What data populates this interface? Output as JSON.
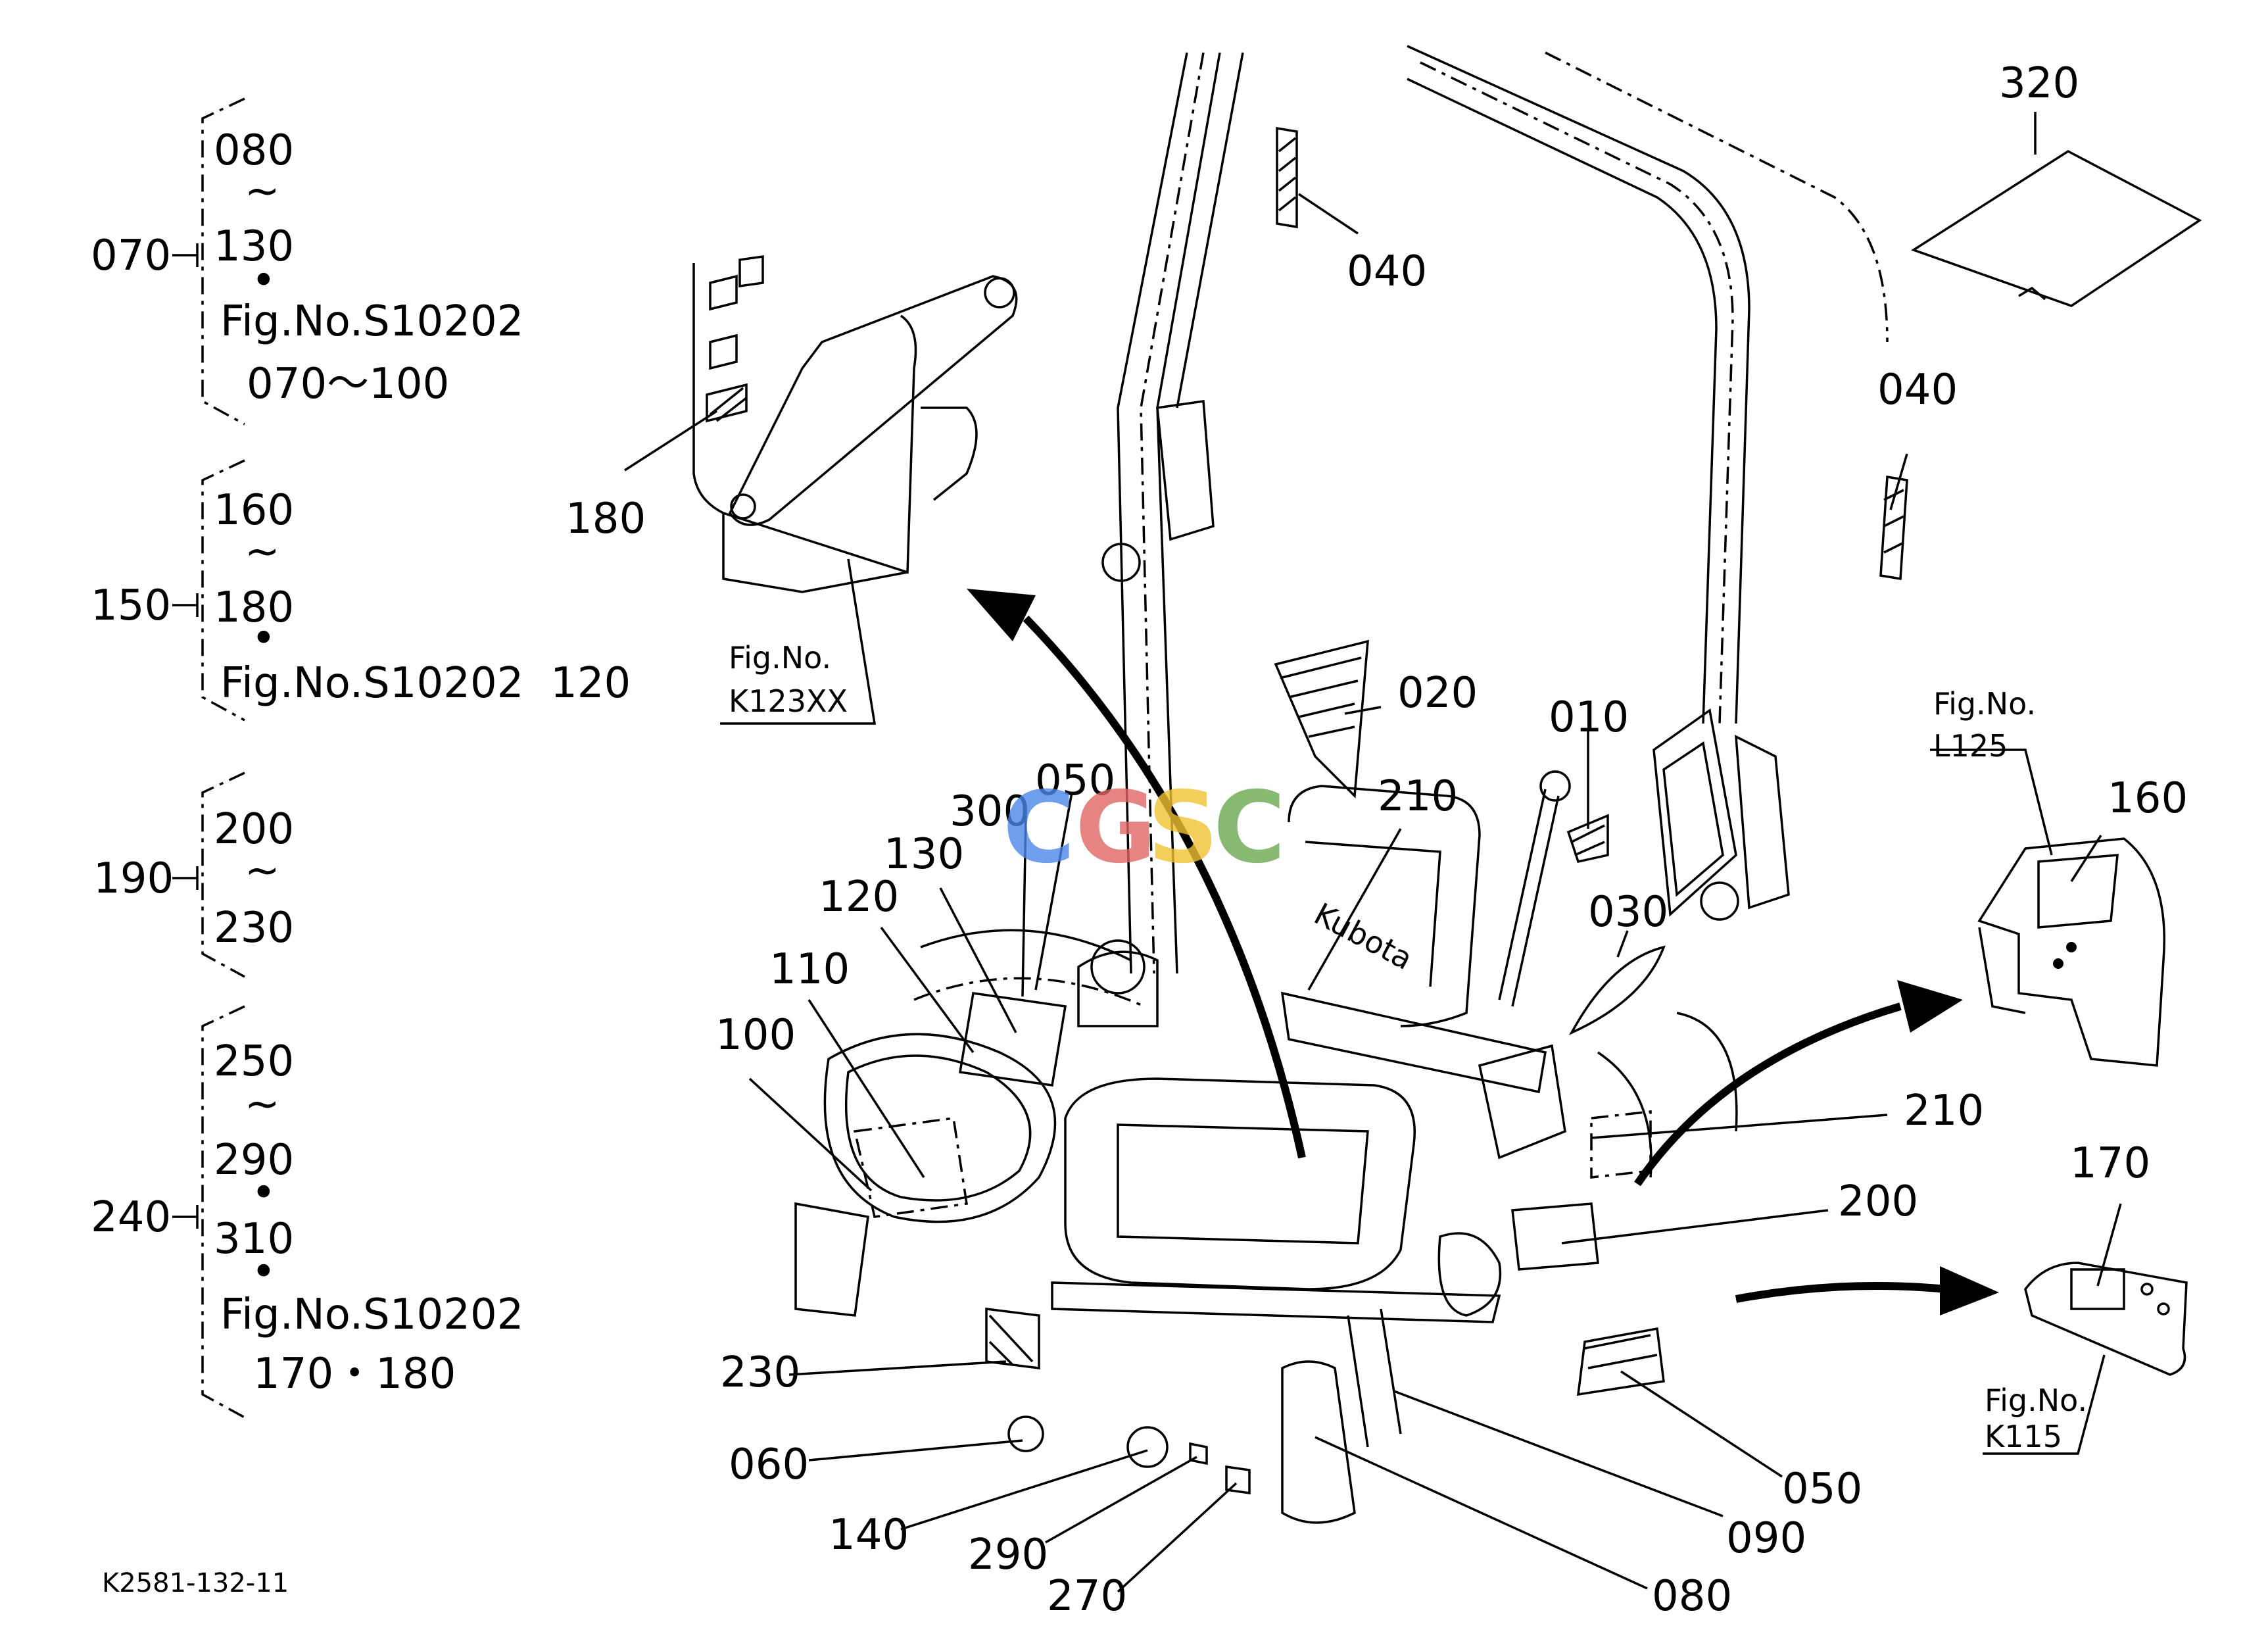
{
  "legend": {
    "groups": [
      {
        "parent": "070",
        "lines": [
          "080",
          "~",
          "130",
          "•",
          "Fig.No.S10202",
          "070～100"
        ]
      },
      {
        "parent": "150",
        "lines": [
          "160",
          "~",
          "180",
          "•",
          "Fig.No.S10202  120"
        ]
      },
      {
        "parent": "190",
        "lines": [
          "200",
          "~",
          "230"
        ]
      },
      {
        "parent": "240",
        "lines": [
          "250",
          "~",
          "290",
          "•",
          "310",
          "•",
          "Fig.No.S10202",
          "170・180"
        ]
      }
    ]
  },
  "callouts": {
    "c320": "320",
    "c040a": "040",
    "c040b": "040",
    "c180": "180",
    "c020": "020",
    "c010": "010",
    "c050a": "050",
    "c300": "300",
    "c130": "130",
    "c210a": "210",
    "c120": "120",
    "c030": "030",
    "c110": "110",
    "c100": "100",
    "c160": "160",
    "c210b": "210",
    "c170": "170",
    "c200": "200",
    "c230": "230",
    "c060": "060",
    "c050b": "050",
    "c140": "140",
    "c290": "290",
    "c090": "090",
    "c270": "270",
    "c080": "080"
  },
  "figrefs": {
    "k123_a": "Fig.No.",
    "k123_b": "K123XX",
    "l125_a": "Fig.No.",
    "l125_b": "L125",
    "k115_a": "Fig.No.",
    "k115_b": "K115"
  },
  "seat_brand": "Kubota",
  "watermark": {
    "text": "CGSC",
    "colors": [
      "#4a86e8",
      "#e06666",
      "#f1c232",
      "#6aa84f"
    ]
  },
  "drawing_code": "K2581-132-11"
}
